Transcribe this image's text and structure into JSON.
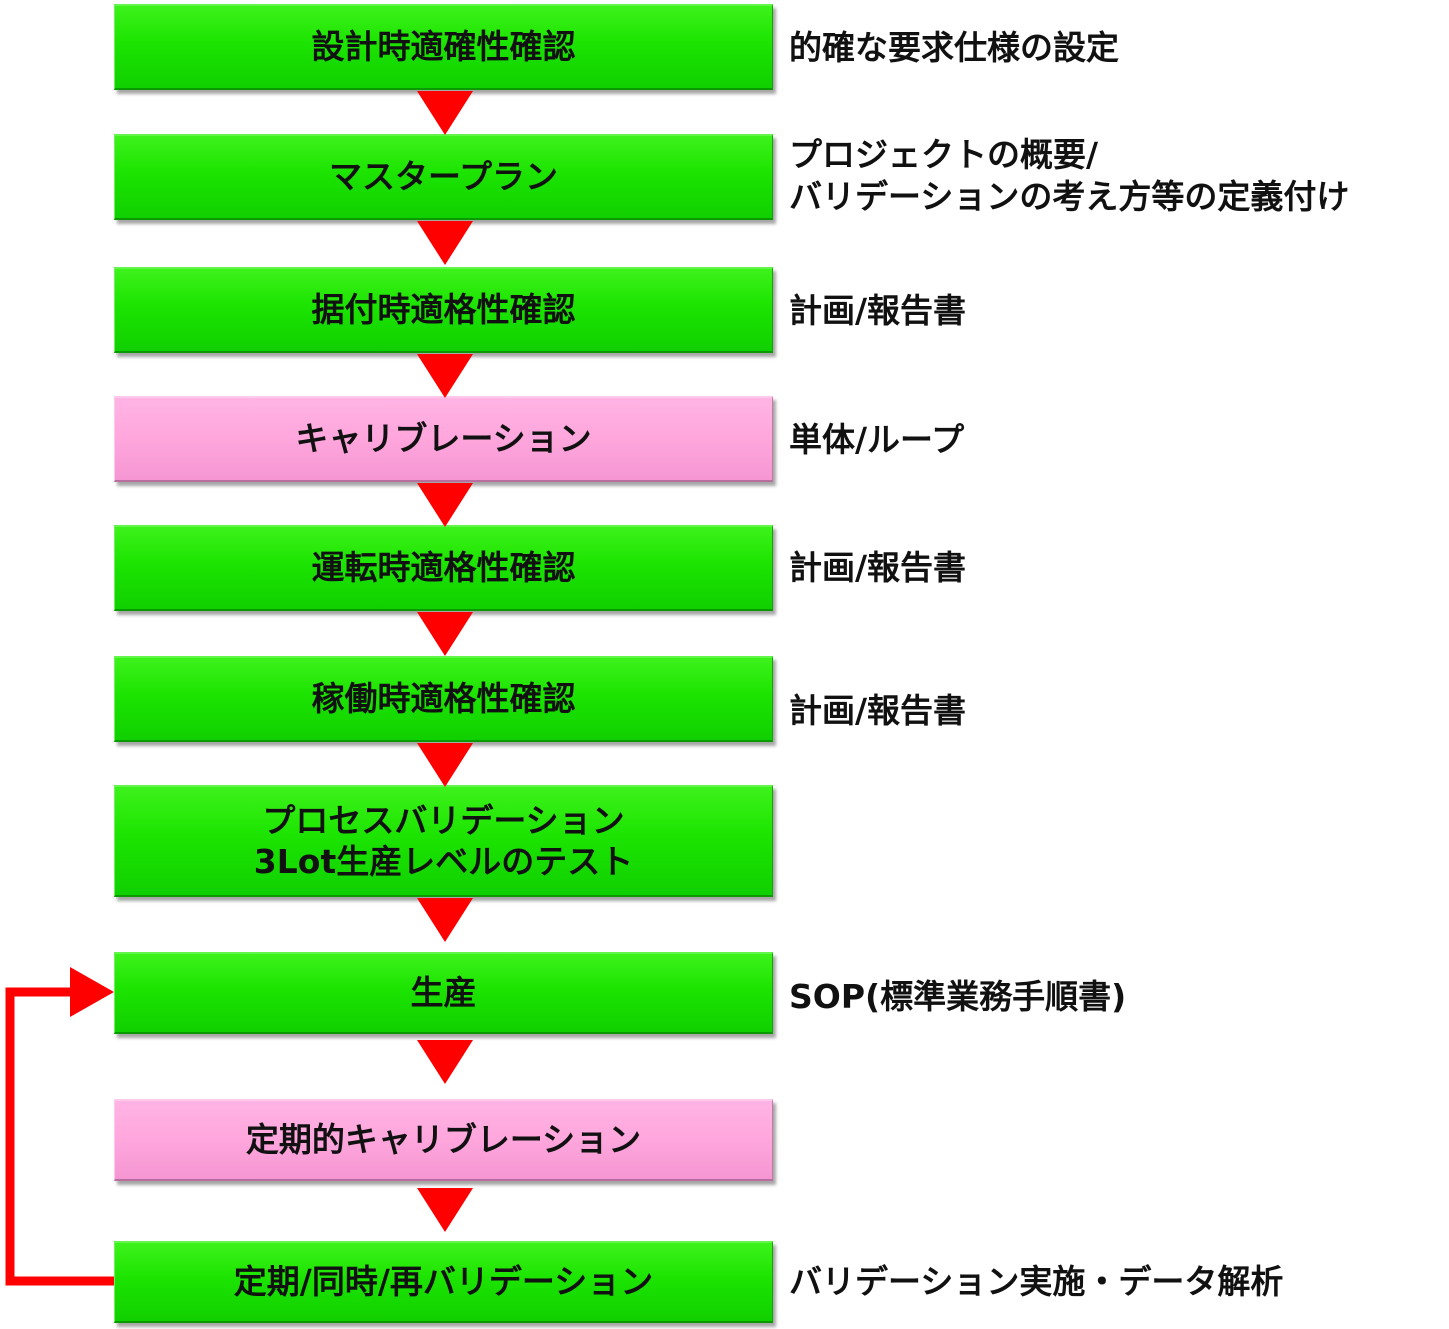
{
  "colors": {
    "green_box": "#1ce400",
    "pink_box": "#ffa6dd",
    "arrow": "#ff0000"
  },
  "steps": [
    {
      "id": "design-qualification",
      "label": [
        "設計時適確性確認"
      ],
      "color": "green",
      "note": [
        "的確な要求仕様の設定"
      ]
    },
    {
      "id": "master-plan",
      "label": [
        "マスタープラン"
      ],
      "color": "green",
      "note": [
        "プロジェクトの概要/",
        "バリデーションの考え方等の定義付け"
      ]
    },
    {
      "id": "installation-qualification",
      "label": [
        "据付時適格性確認"
      ],
      "color": "green",
      "note": [
        "計画/報告書"
      ]
    },
    {
      "id": "calibration",
      "label": [
        "キャリブレーション"
      ],
      "color": "pink",
      "note": [
        "単体/ループ"
      ]
    },
    {
      "id": "operational-qualification",
      "label": [
        "運転時適格性確認"
      ],
      "color": "green",
      "note": [
        "計画/報告書"
      ]
    },
    {
      "id": "performance-qualification",
      "label": [
        "稼働時適格性確認"
      ],
      "color": "green",
      "note": [
        "計画/報告書"
      ]
    },
    {
      "id": "process-validation",
      "label": [
        "プロセスバリデーション",
        "3Lot生産レベルのテスト"
      ],
      "color": "green",
      "note": []
    },
    {
      "id": "production",
      "label": [
        "生産"
      ],
      "color": "green",
      "note": [
        "SOP(標準業務手順書)"
      ]
    },
    {
      "id": "periodic-calibration",
      "label": [
        "定期的キャリブレーション"
      ],
      "color": "pink",
      "note": []
    },
    {
      "id": "revalidation",
      "label": [
        "定期/同時/再バリデーション"
      ],
      "color": "green",
      "note": [
        "バリデーション実施・データ解析"
      ]
    }
  ],
  "edges": [
    {
      "from": "design-qualification",
      "to": "master-plan"
    },
    {
      "from": "master-plan",
      "to": "installation-qualification"
    },
    {
      "from": "installation-qualification",
      "to": "calibration"
    },
    {
      "from": "calibration",
      "to": "operational-qualification"
    },
    {
      "from": "operational-qualification",
      "to": "performance-qualification"
    },
    {
      "from": "performance-qualification",
      "to": "process-validation"
    },
    {
      "from": "process-validation",
      "to": "production"
    },
    {
      "from": "production",
      "to": "periodic-calibration"
    },
    {
      "from": "periodic-calibration",
      "to": "revalidation"
    },
    {
      "from": "revalidation",
      "to": "production",
      "style": "feedback-loop-left"
    }
  ]
}
